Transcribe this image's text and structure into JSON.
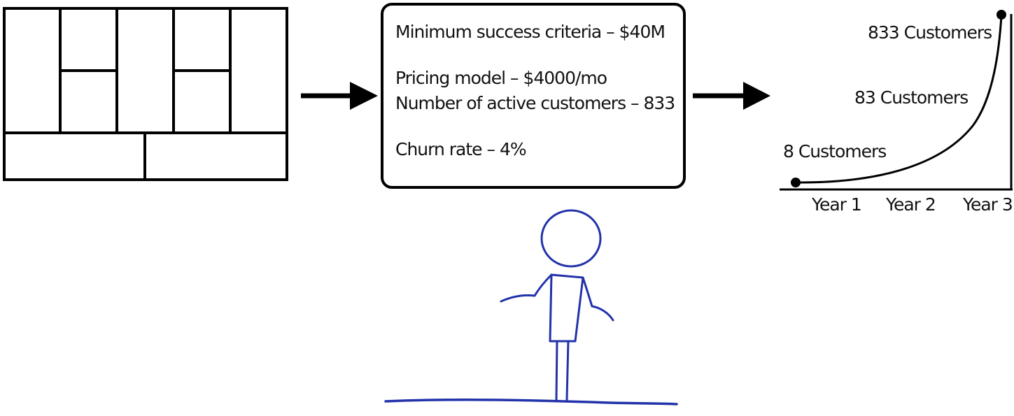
{
  "criteria": {
    "items": [
      "Minimum success criteria – $40M",
      "Pricing model – $4000/mo",
      "Number of active customers – 833",
      "Churn rate – 4%"
    ]
  },
  "growth_chart": {
    "points": [
      "8 Customers",
      "83 Customers",
      "833 Customers"
    ],
    "x_labels": [
      "Year 1",
      "Year 2",
      "Year 3"
    ]
  },
  "colors": {
    "ink": "#000000",
    "figure": "#2233aa"
  }
}
